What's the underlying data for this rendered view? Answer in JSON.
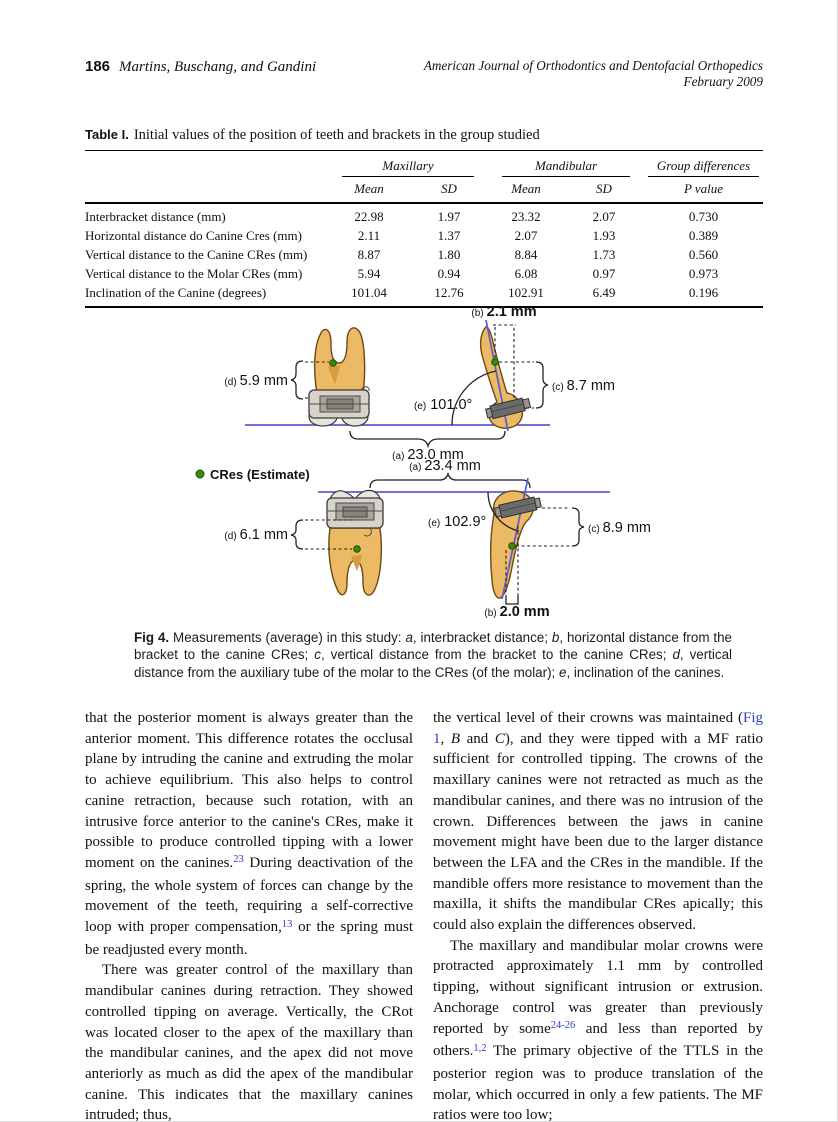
{
  "header": {
    "page_number": "186",
    "authors": "Martins, Buschang, and Gandini",
    "journal_name": "American Journal of Orthodontics and Dentofacial Orthopedics",
    "journal_date": "February 2009"
  },
  "table": {
    "label": "Table I.",
    "caption": "Initial values of the position of teeth and brackets in the group studied",
    "groups": {
      "maxillary": "Maxillary",
      "mandibular": "Mandibular",
      "differences": "Group differences"
    },
    "subheaders": {
      "mean1": "Mean",
      "sd1": "SD",
      "mean2": "Mean",
      "sd2": "SD",
      "pvalue": "P value"
    },
    "rows": [
      {
        "label": "Interbracket distance (mm)",
        "max_mean": "22.98",
        "max_sd": "1.97",
        "mand_mean": "23.32",
        "mand_sd": "2.07",
        "p": "0.730"
      },
      {
        "label": "Horizontal distance do Canine Cres (mm)",
        "max_mean": "2.11",
        "max_sd": "1.37",
        "mand_mean": "2.07",
        "mand_sd": "1.93",
        "p": "0.389"
      },
      {
        "label": "Vertical distance to the Canine CRes (mm)",
        "max_mean": "8.87",
        "max_sd": "1.80",
        "mand_mean": "8.84",
        "mand_sd": "1.73",
        "p": "0.560"
      },
      {
        "label": "Vertical distance to the Molar CRes (mm)",
        "max_mean": "5.94",
        "max_sd": "0.94",
        "mand_mean": "6.08",
        "mand_sd": "0.97",
        "p": "0.973"
      },
      {
        "label": "Inclination of the Canine (degrees)",
        "max_mean": "101.04",
        "max_sd": "12.76",
        "mand_mean": "102.91",
        "mand_sd": "6.49",
        "p": "0.196"
      }
    ]
  },
  "figure": {
    "legend": "CRes (Estimate)",
    "colors": {
      "tooth": "#ecb964",
      "axis_blue": "#5b5bd6",
      "cres_green": "#3a8a0a",
      "bracket_gray": "#6b6b6b",
      "link_blue": "#2b3cbf"
    },
    "maxillary": {
      "a_prefix": "(a)",
      "a_value": "23.0 mm",
      "b_prefix": "(b)",
      "b_value": "2.1 mm",
      "c_prefix": "(c)",
      "c_value": "8.7 mm",
      "d_prefix": "(d)",
      "d_value": "5.9 mm",
      "e_prefix": "(e)",
      "e_value": "101.0°"
    },
    "mandibular": {
      "a_prefix": "(a)",
      "a_value": "23.4 mm",
      "b_prefix": "(b)",
      "b_value": "2.0 mm",
      "c_prefix": "(c)",
      "c_value": "8.9 mm",
      "d_prefix": "(d)",
      "d_value": "6.1 mm",
      "e_prefix": "(e)",
      "e_value": "102.9°"
    },
    "caption": [
      {
        "text": "Fig 4.",
        "style": "bold"
      },
      {
        "text": " Measurements (average) in this study: ",
        "style": ""
      },
      {
        "text": "a",
        "style": "italic"
      },
      {
        "text": ", interbracket distance; ",
        "style": ""
      },
      {
        "text": "b",
        "style": "italic"
      },
      {
        "text": ", horizontal distance from the bracket to the canine CRes; ",
        "style": ""
      },
      {
        "text": "c",
        "style": "italic"
      },
      {
        "text": ", vertical distance from the bracket to the canine CRes; ",
        "style": ""
      },
      {
        "text": "d",
        "style": "italic"
      },
      {
        "text": ", vertical distance from the auxiliary tube of the molar to the CRes (of the molar); ",
        "style": ""
      },
      {
        "text": "e",
        "style": "italic"
      },
      {
        "text": ", inclination of the canines.",
        "style": ""
      }
    ]
  },
  "body": {
    "left": {
      "p1": [
        {
          "text": "that the posterior moment is always greater than the anterior moment. This difference rotates the occlusal plane by intruding the canine and extruding the molar to achieve equilibrium. This also helps to control canine retraction, because such rotation, with an intrusive force anterior to the canine's CRes, make it possible to produce controlled tipping with a lower moment on the canines.",
          "style": ""
        },
        {
          "text": "23",
          "style": "sup"
        },
        {
          "text": " During deactivation of the spring, the whole system of forces can change by the movement of the teeth, requiring a self-corrective loop with proper compensation,",
          "style": ""
        },
        {
          "text": "13",
          "style": "sup"
        },
        {
          "text": " or the spring must be readjusted every month.",
          "style": ""
        }
      ],
      "p2": [
        {
          "text": "There was greater control of the maxillary than mandibular canines during retraction. They showed controlled tipping on average. Vertically, the CRot was located closer to the apex of the maxillary than the mandibular canines, and the apex did not move anteriorly as much as did the apex of the mandibular canine. This indicates that the maxillary canines intruded; thus,",
          "style": ""
        }
      ]
    },
    "right": {
      "p1": [
        {
          "text": "the vertical level of their crowns was maintained (",
          "style": ""
        },
        {
          "text": "Fig 1",
          "style": "link"
        },
        {
          "text": ", ",
          "style": ""
        },
        {
          "text": "B",
          "style": "italic"
        },
        {
          "text": " and ",
          "style": ""
        },
        {
          "text": "C",
          "style": "italic"
        },
        {
          "text": "), and they were tipped with a MF ratio sufficient for controlled tipping. The crowns of the maxillary canines were not retracted as much as the mandibular canines, and there was no intrusion of the crown. Differences between the jaws in canine movement might have been due to the larger distance between the LFA and the CRes in the mandible. If the mandible offers more resistance to movement than the maxilla, it shifts the mandibular CRes apically; this could also explain the differences observed.",
          "style": ""
        }
      ],
      "p2": [
        {
          "text": "The maxillary and mandibular molar crowns were protracted approximately 1.1 mm by controlled tipping, without significant intrusion or extrusion. Anchorage control was greater than previously reported by some",
          "style": ""
        },
        {
          "text": "24-26",
          "style": "sup"
        },
        {
          "text": " and less than reported by others.",
          "style": ""
        },
        {
          "text": "1,2",
          "style": "sup"
        },
        {
          "text": " The primary objective of the TTLS in the posterior region was to produce translation of the molar, which occurred in only a few patients. The MF ratios were too low;",
          "style": ""
        }
      ]
    }
  }
}
